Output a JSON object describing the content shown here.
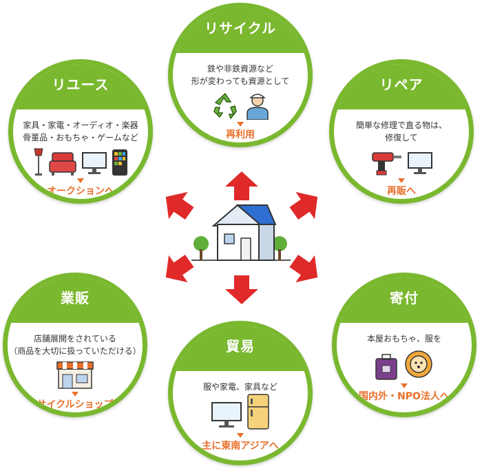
{
  "center": {
    "icon": "house-with-trees-icon"
  },
  "arrow_color": "#e02a2a",
  "green": "#7ab82f",
  "orange": "#e8702a",
  "nodes": {
    "recycle": {
      "title": "リサイクル",
      "desc": [
        "鉄や非鉄資源など",
        "形が変わっても資源として"
      ],
      "result": "再利用",
      "icons": [
        "recycle-icon",
        "worker-icon"
      ]
    },
    "reuse": {
      "title": "リユース",
      "desc": [
        "家具・家電・オーディオ・楽器",
        "骨董品・おもちゃ・ゲームなど"
      ],
      "result": "オークションへ",
      "icons": [
        "lamp-icon",
        "sofa-icon",
        "monitor-icon",
        "tablet-icon"
      ]
    },
    "repair": {
      "title": "リペア",
      "desc": [
        "簡単な修理で直る物は、",
        "修復して"
      ],
      "result": "再販へ",
      "icons": [
        "drill-icon",
        "monitor-icon"
      ]
    },
    "wholesale": {
      "title": "業販",
      "desc": [
        "店舗展開をされている",
        "（商品を大切に扱っていただける）"
      ],
      "result": "リサイクルショップへ",
      "icons": [
        "store-icon"
      ]
    },
    "trade": {
      "title": "貿易",
      "desc": [
        "服や家電、家具など"
      ],
      "result": "主に東南アジアへ",
      "icons": [
        "monitor-icon",
        "refrigerator-icon"
      ]
    },
    "donate": {
      "title": "寄付",
      "desc": [
        "本屋おもちゃ、服を"
      ],
      "result": "国内外・NPO法人へ",
      "icons": [
        "bag-icon",
        "lion-toy-icon"
      ]
    }
  }
}
